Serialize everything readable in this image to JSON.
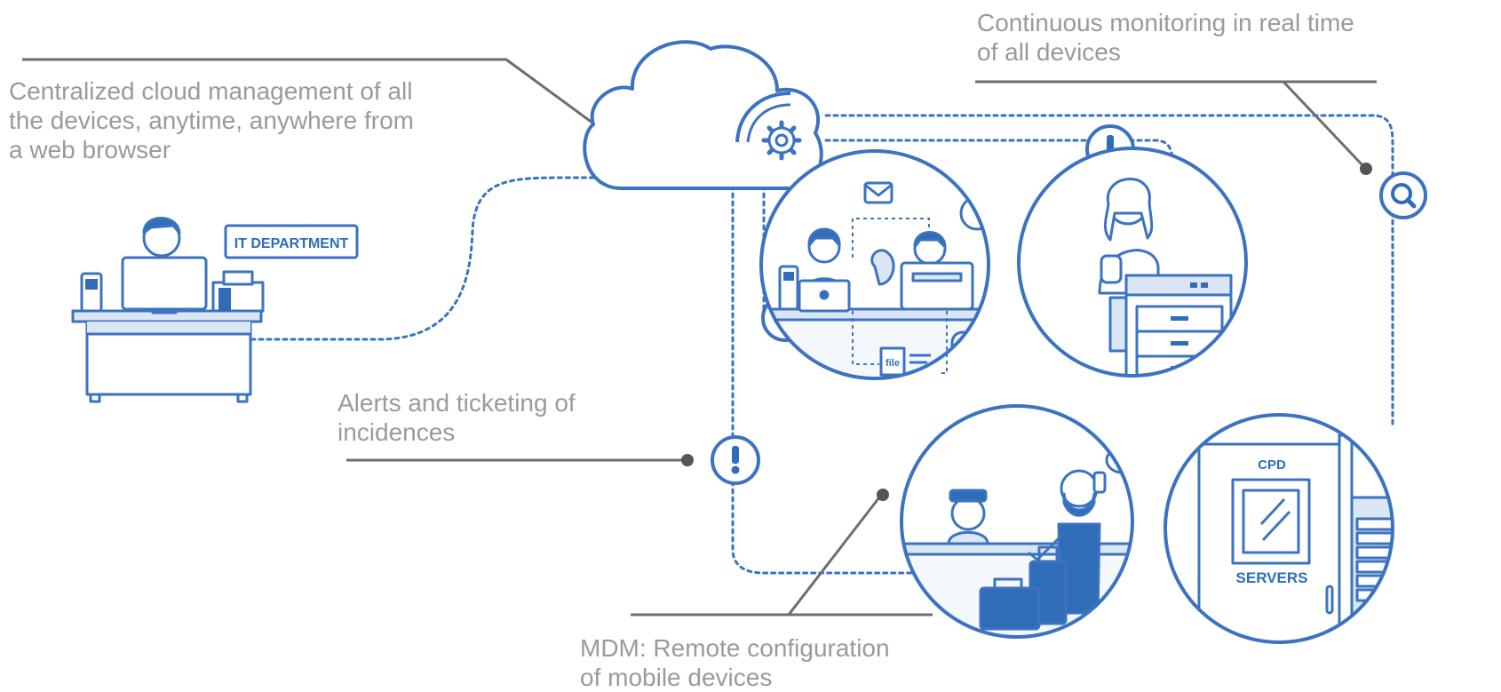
{
  "captions": {
    "cloud": "Centralized cloud management of all\nthe devices, anytime, anywhere from\na web browser",
    "monitoring": "Continuous monitoring in real time\nof all devices",
    "alerts": "Alerts and ticketing of\nincidences",
    "mdm": "MDM: Remote configuration\nof mobile devices"
  },
  "labels": {
    "it_department": "IT DEPARTMENT",
    "cpd": "CPD",
    "servers": "SERVERS",
    "file": "file"
  },
  "colors": {
    "line_blue": "#3b73c0",
    "fill_blue": "#2f6db8",
    "light_blue": "#dbe6f5",
    "caption_gray": "#9a9a9a",
    "leader_gray": "#6e6e6e"
  }
}
